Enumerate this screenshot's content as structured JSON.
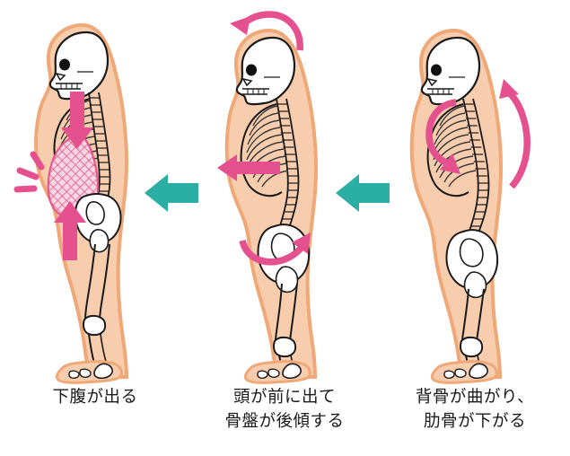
{
  "diagram": {
    "title": "Posture degeneration progression (right to left)",
    "colors": {
      "pink": "#E4518E",
      "pink_light": "#EE7FAE",
      "teal": "#2BAEA4",
      "skin": "#F7CDAE",
      "skin_outline": "#EFA877",
      "bone": "#FFFFFF",
      "bone_outline": "#1A1A1A",
      "text": "#1A1A1A",
      "background": "#FFFFFF"
    },
    "flow_direction": "right-to-left",
    "flow_arrows": [
      {
        "id": "flow-arrow-1",
        "icon": "left-arrow-icon",
        "color": "#2BAEA4"
      },
      {
        "id": "flow-arrow-2",
        "icon": "left-arrow-icon",
        "color": "#2BAEA4"
      }
    ],
    "panels": [
      {
        "id": "stage-3-left",
        "stage": 3,
        "caption": "下腹が出る",
        "caption_lines": [
          "下腹が出る"
        ],
        "figure_alt": "側面から見た骨格図：下腹部がピンクの網掛けで強調されている",
        "annotations": [
          {
            "name": "down-arrow-icon",
            "color": "#E4518E",
            "meaning": "上からの圧迫"
          },
          {
            "name": "up-arrow-icon",
            "color": "#E4518E",
            "meaning": "下からの突き上げ"
          },
          {
            "name": "hatched-belly-region",
            "color": "#E4518E",
            "meaning": "下腹部の膨らみ"
          },
          {
            "name": "impact-lines-icon",
            "color": "#E4518E",
            "meaning": "強調線"
          }
        ]
      },
      {
        "id": "stage-2-middle",
        "stage": 2,
        "caption": "頭が前に出て\n骨盤が後傾する",
        "caption_lines": [
          "頭が前に出て",
          "骨盤が後傾する"
        ],
        "figure_alt": "側面から見た骨格図：頭部が前方へ、骨盤が後傾している",
        "annotations": [
          {
            "name": "curved-arrow-head-forward-icon",
            "color": "#E4518E",
            "meaning": "頭が前に出る"
          },
          {
            "name": "left-arrow-waist-icon",
            "color": "#E4518E",
            "meaning": "腰が前に押し出される"
          },
          {
            "name": "curved-arrow-pelvis-tilt-icon",
            "color": "#E4518E",
            "meaning": "骨盤が後傾する"
          }
        ]
      },
      {
        "id": "stage-1-right",
        "stage": 1,
        "caption": "背骨が曲がり、\n肋骨が下がる",
        "caption_lines": [
          "背骨が曲がり、",
          "肋骨が下がる"
        ],
        "figure_alt": "側面から見た骨格図：背骨が丸まり肋骨が下がっている",
        "annotations": [
          {
            "name": "curved-arrow-ribs-down-icon",
            "color": "#E4518E",
            "meaning": "肋骨が下がる"
          },
          {
            "name": "curved-arrow-back-round-icon",
            "color": "#E4518E",
            "meaning": "背骨が曲がる"
          }
        ]
      }
    ]
  }
}
